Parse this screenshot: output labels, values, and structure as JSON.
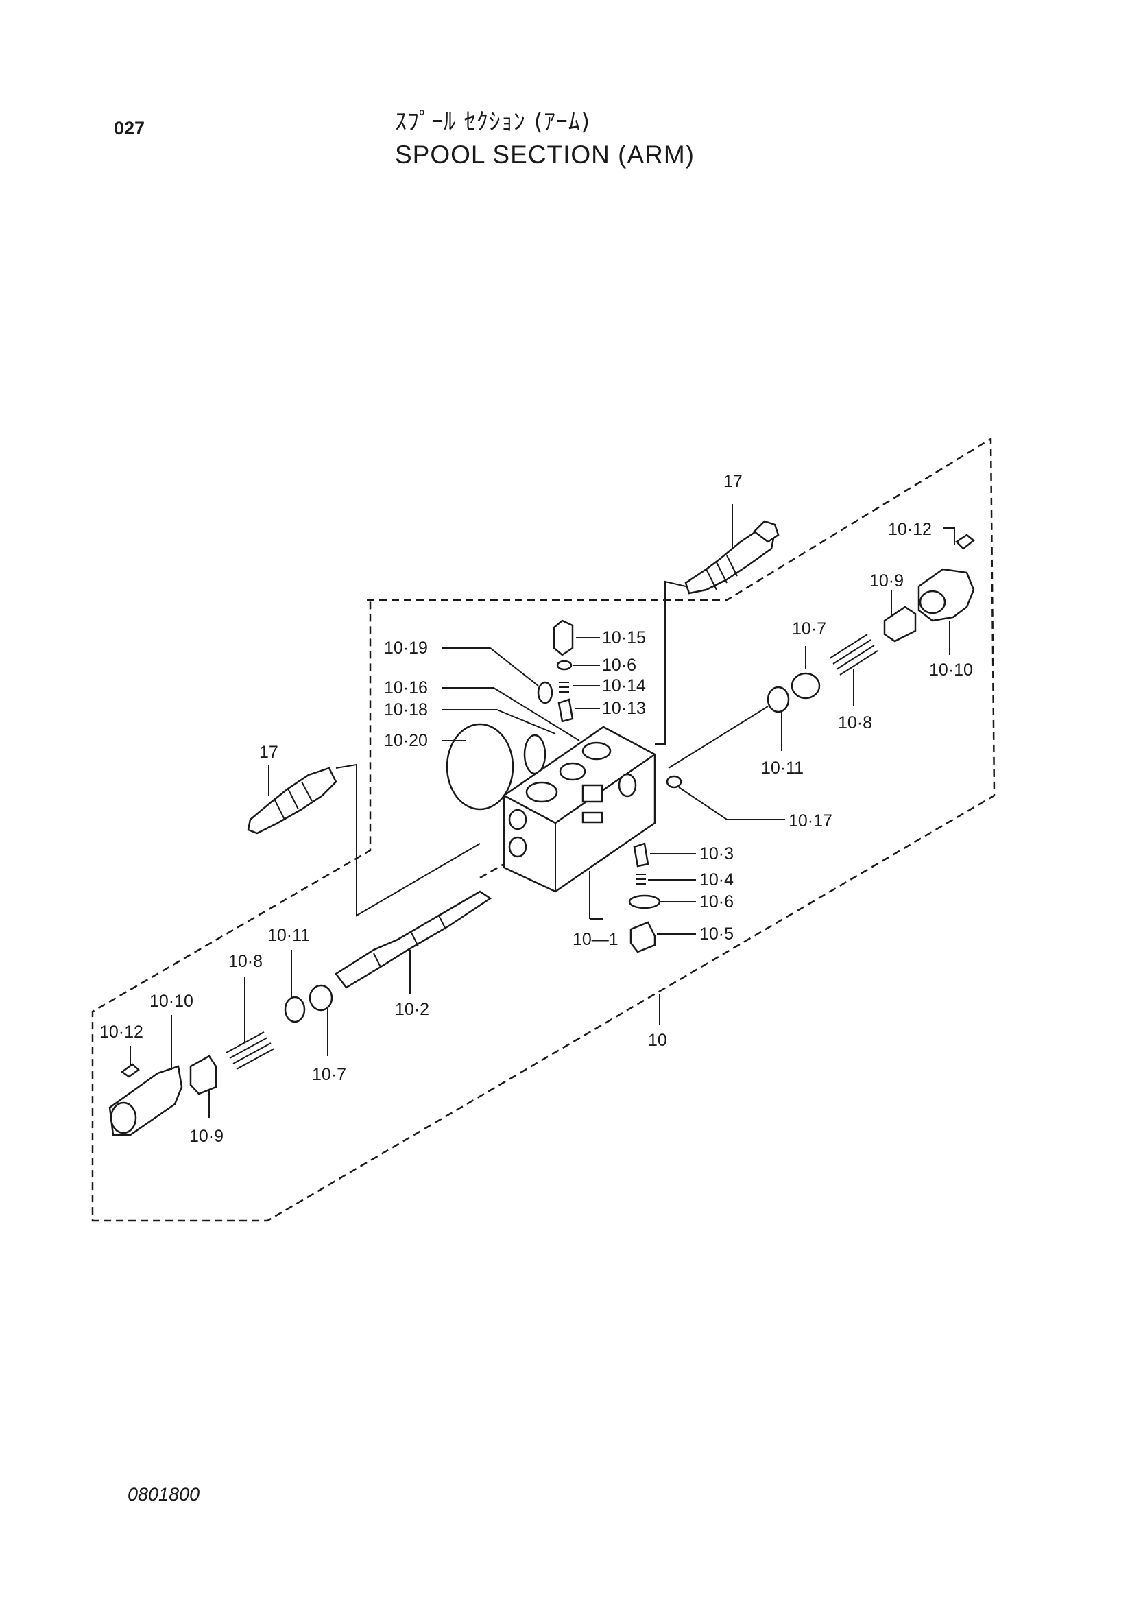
{
  "header": {
    "page_number": "027",
    "title_jp": "ｽﾌﾟｰﾙ ｾｸｼｮﾝ (ｱｰﾑ)",
    "title_en": "SPOOL SECTION (ARM)"
  },
  "footer": {
    "doc_code": "0801800"
  },
  "callouts": {
    "relief_valve_top": "17",
    "relief_valve_left": "17",
    "bolt_right": "10·12",
    "cap_right": "10·10",
    "seat_right": "10·9",
    "spring_right": "10·8",
    "retainer_right": "10·7",
    "oring_right": "10·11",
    "plug_top": "10·15",
    "oring_top": "10·6",
    "spring_top": "10·14",
    "poppet_top": "10·13",
    "oring_1019": "10·19",
    "pin_1016": "10·16",
    "oring_1018": "10·18",
    "oring_1020": "10·20",
    "plug_1017": "10·17",
    "poppet_lower": "10·3",
    "spring_lower": "10·4",
    "oring_lower": "10·6",
    "plug_lower": "10·5",
    "housing": "10—1",
    "spool": "10·2",
    "oring_left": "10·11",
    "spring_left": "10·8",
    "cap_left": "10·10",
    "bolt_left": "10·12",
    "retainer_left": "10·7",
    "seat_left": "10·9",
    "assembly": "10"
  }
}
